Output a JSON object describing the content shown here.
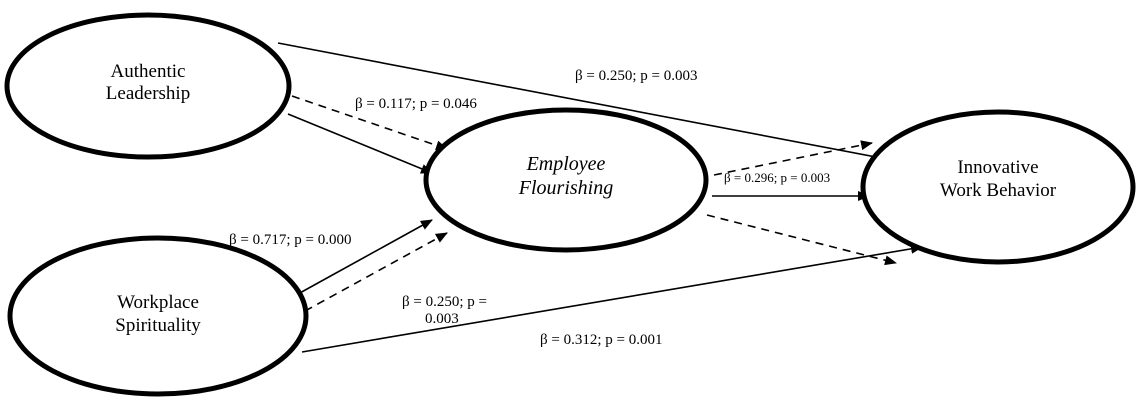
{
  "nodes": {
    "authentic_leadership": {
      "line1": "Authentic",
      "line2": "Leadership"
    },
    "workplace_spirituality": {
      "line1": "Workplace",
      "line2": "Spirituality"
    },
    "employee_flourishing": {
      "line1": "Employee",
      "line2": "Flourishing"
    },
    "innovative_work_behavior": {
      "line1": "Innovative",
      "line2": "Work Behavior"
    }
  },
  "edges": {
    "al_to_iwb": {
      "label": "β = 0.250; p = 0.003"
    },
    "al_to_ef": {
      "label": "β = 0.117; p = 0.046"
    },
    "ws_to_ef": {
      "label": "β = 0.717; p = 0.000"
    },
    "ws_to_ef_indirect": {
      "line1": "β = 0.250; p =",
      "line2": "0.003"
    },
    "ef_to_iwb": {
      "label": "β = 0.296; p = 0.003"
    },
    "ws_to_iwb": {
      "label": "β = 0.312; p = 0.001"
    }
  }
}
